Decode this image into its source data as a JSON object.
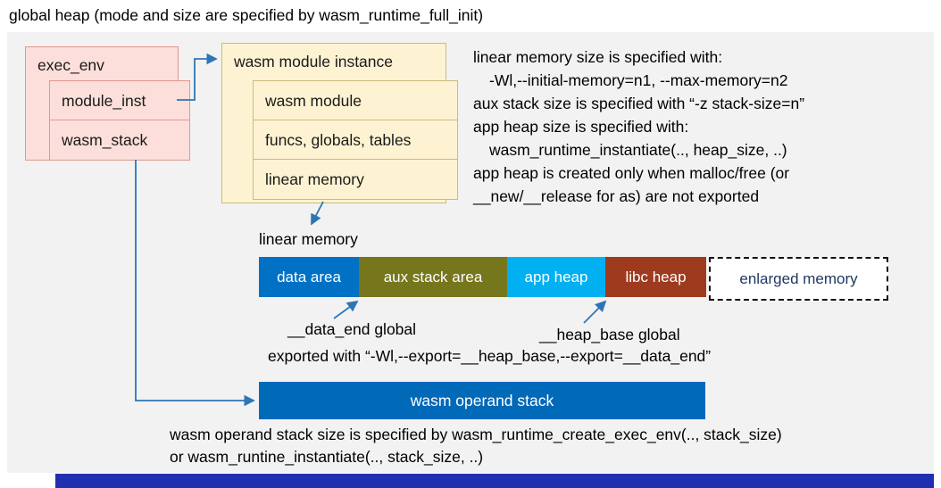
{
  "title": "global heap (mode and size are specified by wasm_runtime_full_init)",
  "colors": {
    "panel_bg": "#f2f2f2",
    "pink_fill": "#fcdfda",
    "pink_border": "#e2978c",
    "yellow_fill": "#fdf3d2",
    "yellow_border": "#ccb97d",
    "arrow_blue": "#2e75b6",
    "data_area_blue": "#0071c5",
    "aux_stack_olive": "#76761c",
    "app_heap_cyan": "#00b0f0",
    "libc_heap_brown": "#9e3a1e",
    "enlarged_text_navy": "#1f3864",
    "operand_stack_blue": "#0069b8",
    "footer_bar_blue": "#202fb0"
  },
  "exec_env": {
    "title": "exec_env",
    "items": [
      "module_inst",
      "wasm_stack"
    ]
  },
  "module_instance": {
    "title": "wasm module instance",
    "items": [
      "wasm module",
      "funcs, globals, tables",
      "linear memory"
    ]
  },
  "notes": [
    "linear memory size is specified with:",
    "-Wl,--initial-memory=n1, --max-memory=n2",
    "aux stack size is specified with “-z stack-size=n”",
    "app heap size is specified with:",
    "wasm_runtime_instantiate(.., heap_size, ..)",
    "app heap is created only when malloc/free (or",
    "__new/__release for as) are not exported"
  ],
  "linear_memory": {
    "label": "linear memory",
    "segments": [
      {
        "label": "data area"
      },
      {
        "label": "aux stack area"
      },
      {
        "label": "app heap"
      },
      {
        "label": "libc heap"
      },
      {
        "label": "enlarged memory"
      }
    ]
  },
  "annotations": {
    "data_end": "__data_end global",
    "heap_base": "__heap_base global",
    "exported": "exported with “-Wl,--export=__heap_base,--export=__data_end”"
  },
  "operand_stack_label": "wasm operand stack",
  "footer": [
    "wasm operand stack size is specified by wasm_runtime_create_exec_env(.., stack_size)",
    "or wasm_runtine_instantiate(.., stack_size, ..)"
  ]
}
